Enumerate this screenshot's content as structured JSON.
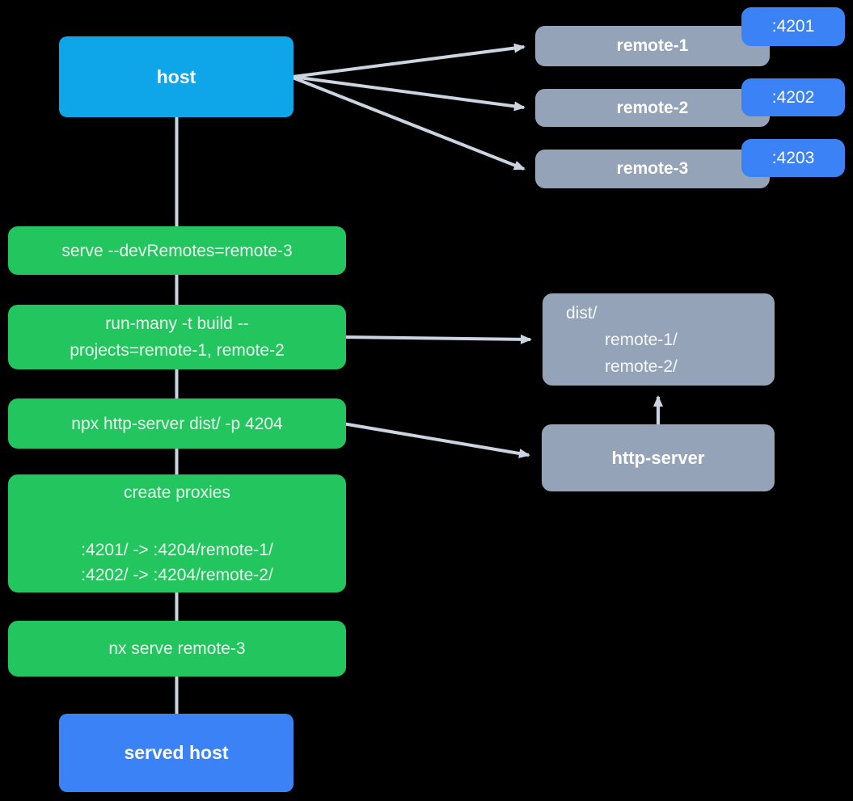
{
  "diagram": {
    "host": {
      "label": "host"
    },
    "remotes": [
      {
        "label": "remote-1",
        "port": ":4201"
      },
      {
        "label": "remote-2",
        "port": ":4202"
      },
      {
        "label": "remote-3",
        "port": ":4203"
      }
    ],
    "commands": {
      "serve_dev": {
        "line1": "serve --devRemotes=remote-3"
      },
      "build": {
        "line1": "run-many -t build --",
        "line2": "projects=remote-1, remote-2"
      },
      "http_server_cmd": {
        "line1": "npx http-server dist/ -p 4204"
      },
      "proxies": {
        "title": "create proxies",
        "rule1": ":4201/ -> :4204/remote-1/",
        "rule2": ":4202/ -> :4204/remote-2/"
      },
      "serve_remote": {
        "line1": "nx serve remote-3"
      }
    },
    "dist_folder": {
      "root": "dist/",
      "children": [
        "remote-1/",
        "remote-2/"
      ]
    },
    "http_server": {
      "label": "http-server"
    },
    "served_host": {
      "label": "served host"
    },
    "edges": [
      {
        "from": "host",
        "to": "remote-1"
      },
      {
        "from": "host",
        "to": "remote-2"
      },
      {
        "from": "host",
        "to": "remote-3"
      },
      {
        "from": "run-many-build-command",
        "to": "dist-folder"
      },
      {
        "from": "npx-http-server-command",
        "to": "http-server"
      },
      {
        "from": "http-server",
        "to": "dist-folder"
      },
      {
        "from": "host",
        "to": "served-host"
      }
    ],
    "colors": {
      "host_blue": "#0ea5e9",
      "port_blue": "#3b82f6",
      "remote_gray": "#94a3b8",
      "command_green": "#23c55e",
      "connector_gray": "#cbd5e1",
      "background": "#000000"
    }
  }
}
